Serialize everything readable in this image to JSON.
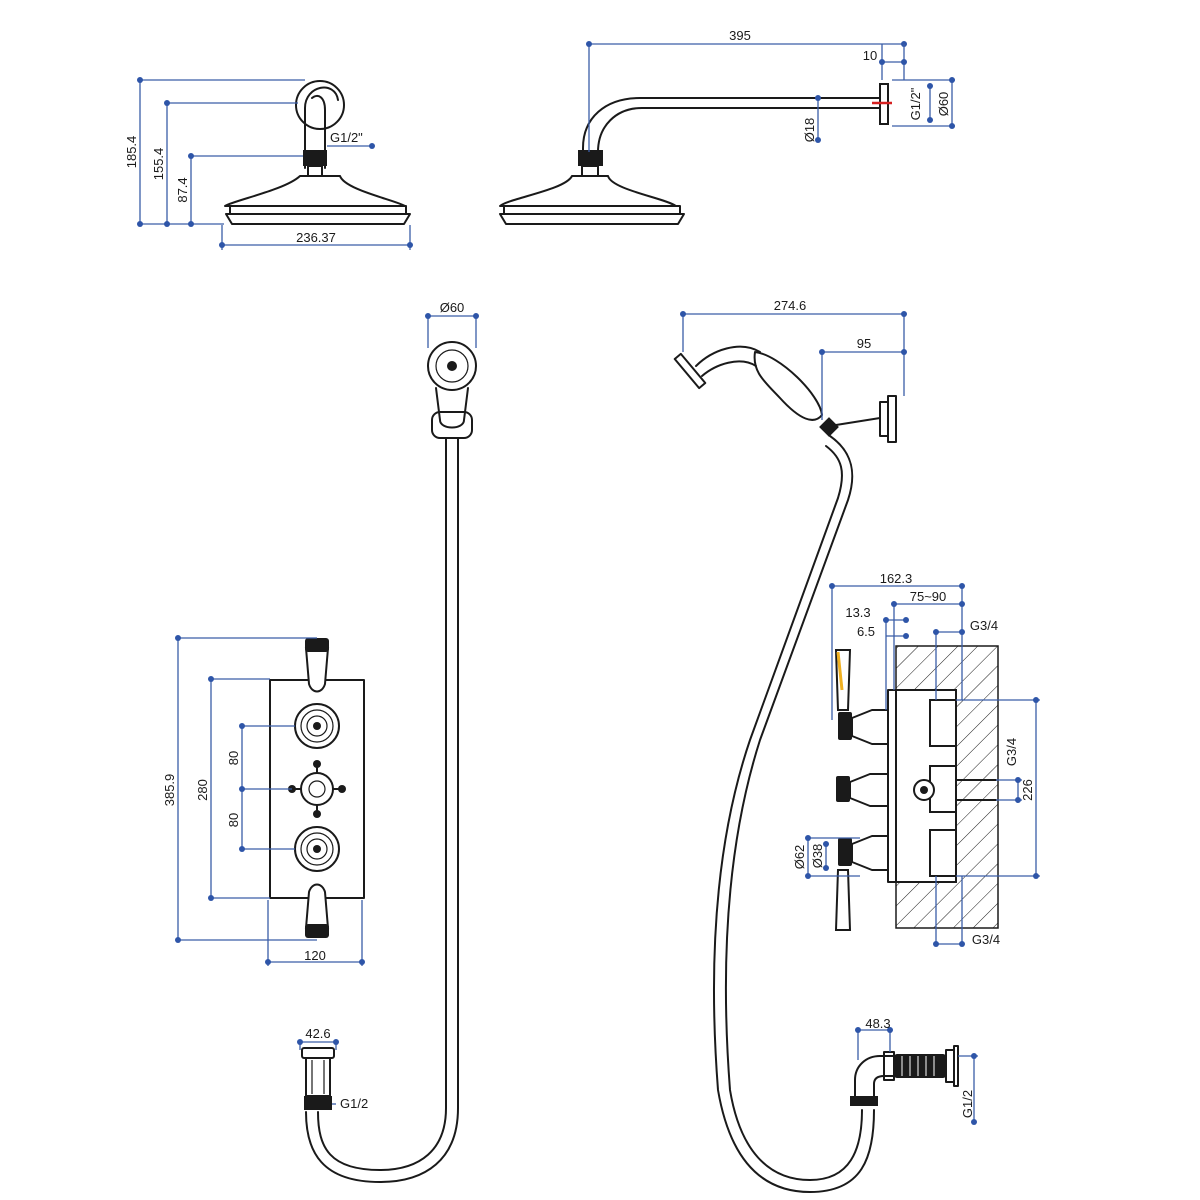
{
  "labels": {
    "head_front_h1": "185.4",
    "head_front_h2": "155.4",
    "head_front_h3": "87.4",
    "head_front_thread": "G1/2\"",
    "head_front_width": "236.37",
    "arm_length": "395",
    "arm_offset": "10",
    "arm_thread": "G1/2\"",
    "arm_flange_dia": "Ø60",
    "arm_tube_dia": "Ø18",
    "handset_dia": "Ø60",
    "handset_length": "274.6",
    "handset_bracket": "95",
    "valve_total_h": "385.9",
    "valve_plate_h": "280",
    "valve_pitch_1": "80",
    "valve_pitch_2": "80",
    "valve_width": "120",
    "valve_side_depth": "162.3",
    "valve_side_adjust": "75~90",
    "valve_side_13": "13.3",
    "valve_side_6": "6.5",
    "valve_inlet_top": "G3/4",
    "valve_inlet_bottom": "G3/4",
    "valve_inlet_side": "G3/4",
    "valve_side_226": "226",
    "valve_knob_62": "Ø62",
    "valve_knob_38": "Ø38",
    "outlet_front_w": "42.6",
    "outlet_front_thread": "G1/2",
    "outlet_side_w": "48.3",
    "outlet_side_thread": "G1/2"
  },
  "colors": {
    "dimension": "#2e55a8",
    "line": "#1a1a1a",
    "accent": "#d62020",
    "handle_accent": "#f0b020"
  }
}
